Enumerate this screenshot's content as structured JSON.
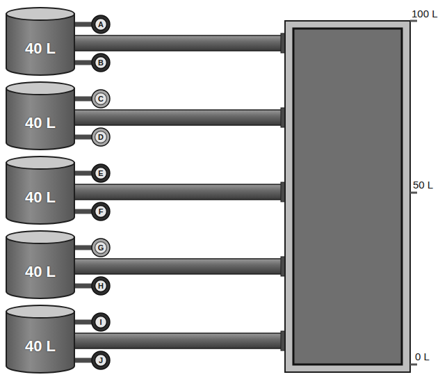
{
  "diagram": {
    "nodes": [
      {
        "text": [
          "40 L"
        ]
      },
      {
        "text": [
          "A"
        ]
      },
      {
        "text": [
          "B"
        ]
      },
      {
        "text": [
          "40 L"
        ]
      },
      {
        "text": [
          "C"
        ]
      },
      {
        "text": [
          "D"
        ]
      },
      {
        "text": [
          "40 L"
        ]
      },
      {
        "text": [
          "E"
        ]
      },
      {
        "text": [
          "F"
        ]
      },
      {
        "text": [
          "40 L"
        ]
      },
      {
        "text": [
          "G"
        ]
      },
      {
        "text": [
          "H"
        ]
      },
      {
        "text": [
          "40 L"
        ]
      },
      {
        "text": [
          "I"
        ]
      },
      {
        "text": [
          "J"
        ]
      }
    ],
    "edges": [
      {
        "from": 0,
        "to": 1,
        "arrow": "none"
      },
      {
        "from": 0,
        "to": 2,
        "arrow": "none"
      },
      {
        "from": 3,
        "to": 4,
        "arrow": "none"
      },
      {
        "from": 3,
        "to": 5,
        "arrow": "none"
      },
      {
        "from": 6,
        "to": 7,
        "arrow": "none"
      },
      {
        "from": 6,
        "to": 8,
        "arrow": "none"
      },
      {
        "from": 9,
        "to": 10,
        "arrow": "none"
      },
      {
        "from": 9,
        "to": 11,
        "arrow": "none"
      },
      {
        "from": 12,
        "to": 13,
        "arrow": "none"
      },
      {
        "from": 12,
        "to": 14,
        "arrow": "none"
      }
    ],
    "labels": [
      "100 L",
      "50 L",
      "0 L"
    ]
  }
}
